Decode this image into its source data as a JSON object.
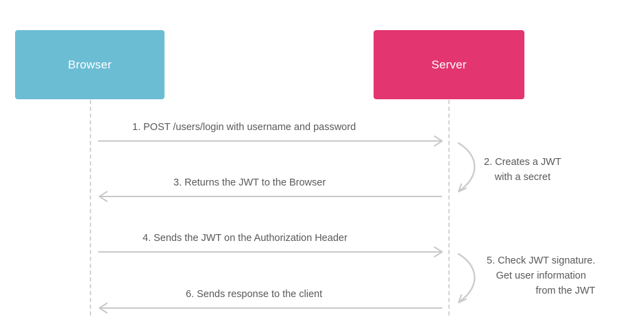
{
  "diagram": {
    "title": "JWT Authentication Sequence Diagram",
    "type": "sequence-diagram",
    "background_color": "#ffffff"
  },
  "actors": [
    {
      "id": "browser",
      "label": "Browser",
      "color": "#6BBDD4",
      "text_color": "#ffffff"
    },
    {
      "id": "server",
      "label": "Server",
      "color": "#E3356F",
      "text_color": "#ffffff"
    }
  ],
  "lifeline_color": "#d4d4d4",
  "arrow_color": "#c9c9c9",
  "message_text_color": "#595959",
  "messages": [
    {
      "number": "1",
      "label": "1. POST /users/login with username and password",
      "from": "browser",
      "to": "server",
      "direction": "right",
      "kind": "arrow"
    },
    {
      "number": "2",
      "label_lines": [
        "2. Creates a JWT",
        "with a secret"
      ],
      "from": "server",
      "to": "server",
      "direction": "self",
      "kind": "self-loop"
    },
    {
      "number": "3",
      "label": "3. Returns the JWT to the Browser",
      "from": "server",
      "to": "browser",
      "direction": "left",
      "kind": "arrow"
    },
    {
      "number": "4",
      "label": "4. Sends the JWT on the Authorization Header",
      "from": "browser",
      "to": "server",
      "direction": "right",
      "kind": "arrow"
    },
    {
      "number": "5",
      "label_lines": [
        "5. Check JWT signature.",
        "Get user information",
        "from the JWT"
      ],
      "from": "server",
      "to": "server",
      "direction": "self",
      "kind": "self-loop"
    },
    {
      "number": "6",
      "label": "6. Sends response to the client",
      "from": "server",
      "to": "browser",
      "direction": "left",
      "kind": "arrow"
    }
  ]
}
